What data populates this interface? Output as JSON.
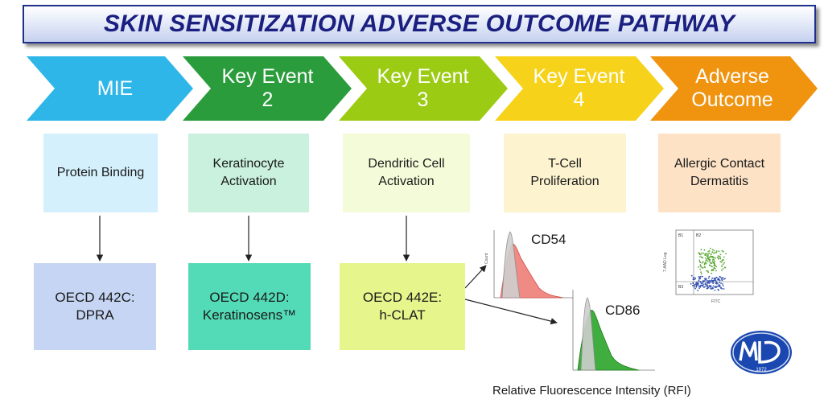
{
  "title": "SKIN SENSITIZATION ADVERSE OUTCOME PATHWAY",
  "stages": [
    {
      "label": "MIE",
      "color": "#2fb6e8",
      "event": "Protein Binding",
      "event_color": "#d4f0fc"
    },
    {
      "label": "Key\nEvent 2",
      "color": "#2b9c3c",
      "event": "Keratinocyte\nActivation",
      "event_color": "#c9f1dd"
    },
    {
      "label": "Key\nEvent 3",
      "color": "#9ccb14",
      "event": "Dendritic Cell\nActivation",
      "event_color": "#f4fbd8"
    },
    {
      "label": "Key\nEvent 4",
      "color": "#f7d21a",
      "event": "T-Cell\nProliferation",
      "event_color": "#fdf4cf"
    },
    {
      "label": "Adverse\nOutcome",
      "color": "#f0930f",
      "event": "Allergic Contact\nDermatitis",
      "event_color": "#fde2c6"
    }
  ],
  "assays": [
    {
      "label": "OECD 442C:\nDPRA",
      "color": "#c5d5f3"
    },
    {
      "label": "OECD 442D:\nKeratinosens™",
      "color": "#53dbb7"
    },
    {
      "label": "OECD 442E:\nh-CLAT",
      "color": "#e6f58c"
    }
  ],
  "histograms": {
    "cd54": {
      "label": "CD54",
      "fill": "#ef8a84",
      "y_label": "Count"
    },
    "cd86": {
      "label": "CD86",
      "fill": "#3fae3f"
    }
  },
  "scatter": {
    "gate_labels": [
      "B1",
      "B2",
      "B3"
    ],
    "y_label": "7-AAD Log",
    "x_label": "FITC",
    "colors": [
      "#5aa834",
      "#3352b0"
    ]
  },
  "caption": "Relative Fluorescence Intensity (RFI)",
  "logo": {
    "text": "1972",
    "color": "#1a48b0"
  }
}
